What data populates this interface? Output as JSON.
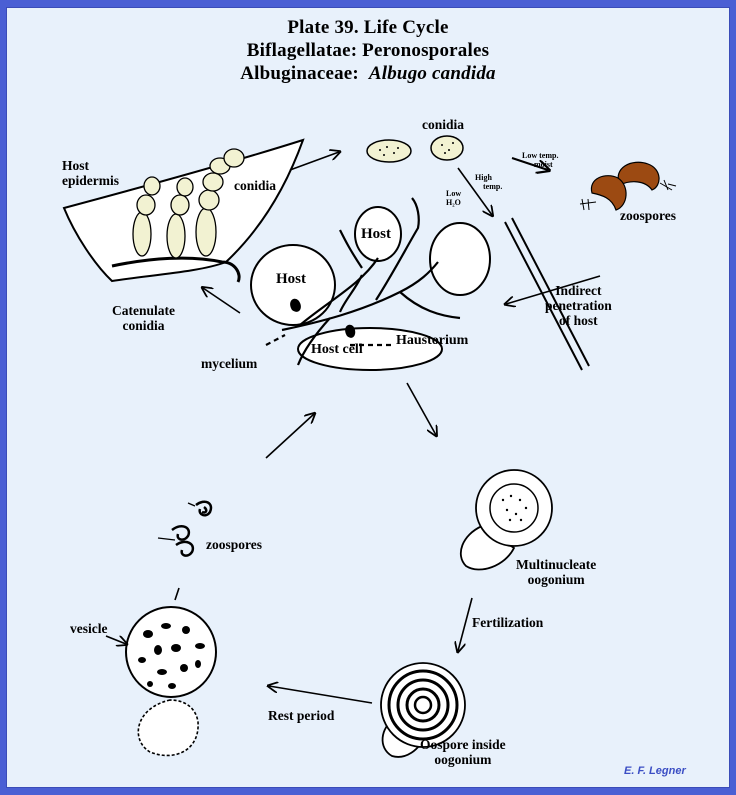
{
  "title": {
    "line1": "Plate 39.  Life Cycle",
    "line2": "Biflagellatae: Peronosporales",
    "line3_family": "Albuginaceae:",
    "line3_species": "Albugo candida"
  },
  "labels": {
    "host_epidermis_1": "Host",
    "host_epidermis_2": "epidermis",
    "conidia_left": "conidia",
    "conidia_top": "conidia",
    "low_temp_1": "Low temp.",
    "low_temp_2": "moist",
    "high_temp_1": "High",
    "high_temp_2": "temp.",
    "low_h2o_1": "Low",
    "low_h2o_2": "H₂O",
    "zoospores_top": "zoospores",
    "host_1": "Host",
    "host_2": "Host",
    "catenulate_1": "Catenulate",
    "catenulate_2": "conidia",
    "indirect_1": "Indirect",
    "indirect_2": "penetration",
    "indirect_3": "of host",
    "mycelium": "mycelium",
    "host_cell": "Host cell",
    "haustorium": "Haustorium",
    "zoospores_bottom": "zoospores",
    "multinucleate_1": "Multinucleate",
    "multinucleate_2": "oogonium",
    "fertilization": "Fertilization",
    "vesicle": "vesicle",
    "rest_period": "Rest period",
    "oospore_1": "Oospore inside",
    "oospore_2": "oogonium"
  },
  "credit": "E. F. Legner",
  "colors": {
    "border": "#4a5fd4",
    "background": "#e8f1fb",
    "conidia_fill": "#f2f2d2",
    "zoospore_fill": "#9c4a12",
    "credit": "#3b4ec4"
  }
}
